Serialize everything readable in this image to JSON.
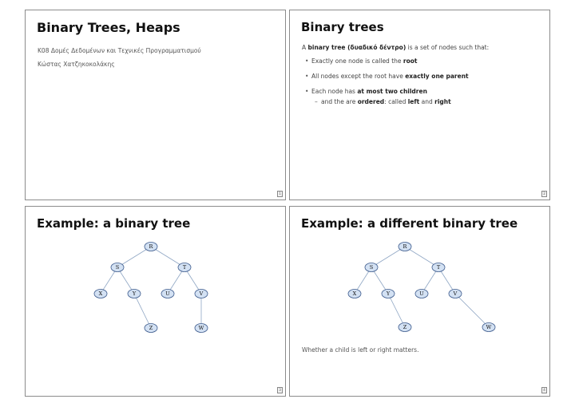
{
  "slides": [
    {
      "title": "Binary Trees, Heaps",
      "course": "Κ08 Δομές Δεδομένων και Τεχνικές Προγραμματισμού",
      "author": "Κώστας Χατζηκοκολάκης",
      "page_number": "1"
    },
    {
      "title": "Binary trees",
      "intro": {
        "prefix": "A ",
        "term": "binary tree (δυαδικό δέντρο)",
        "suffix": " is a set of nodes such that:"
      },
      "bullets": [
        {
          "prefix": "Exactly one node is called the ",
          "bold": "root",
          "suffix": ""
        },
        {
          "prefix": "All nodes except the root have ",
          "bold": "exactly one parent",
          "suffix": ""
        },
        {
          "prefix": "Each node has ",
          "bold": "at most two children",
          "suffix": ""
        }
      ],
      "sub_bullet": {
        "prefix": "and the are ",
        "bold1": "ordered",
        "middle1": ": called ",
        "bold2": "left",
        "middle2": " and ",
        "bold3": "right"
      },
      "page_number": "2"
    },
    {
      "title": "Example: a binary tree",
      "page_number": "3"
    },
    {
      "title": "Example: a different binary tree",
      "note": "Whether a child is left or right matters.",
      "page_number": "4"
    }
  ],
  "trees": [
    {
      "nodes": {
        "R": {
          "label": "R",
          "x": 0,
          "y": 0
        },
        "S": {
          "label": "S",
          "x": -1,
          "y": 1
        },
        "T": {
          "label": "T",
          "x": 1,
          "y": 1
        },
        "X": {
          "label": "X",
          "x": -1.5,
          "y": 2
        },
        "Y": {
          "label": "Y",
          "x": -0.5,
          "y": 2
        },
        "U": {
          "label": "U",
          "x": 0.5,
          "y": 2
        },
        "V": {
          "label": "V",
          "x": 1.5,
          "y": 2
        },
        "Z": {
          "label": "Z",
          "x": 0,
          "y": 3
        },
        "W": {
          "label": "W",
          "x": 1.5,
          "y": 3
        }
      },
      "edges": [
        [
          "R",
          "S"
        ],
        [
          "R",
          "T"
        ],
        [
          "S",
          "X"
        ],
        [
          "S",
          "Y"
        ],
        [
          "T",
          "U"
        ],
        [
          "T",
          "V"
        ],
        [
          "Y",
          "Z"
        ],
        [
          "V",
          "W"
        ]
      ]
    },
    {
      "nodes": {
        "R": {
          "label": "R",
          "x": 0,
          "y": 0
        },
        "S": {
          "label": "S",
          "x": -1,
          "y": 1
        },
        "T": {
          "label": "T",
          "x": 1,
          "y": 1
        },
        "X": {
          "label": "X",
          "x": -1.5,
          "y": 2
        },
        "Y": {
          "label": "Y",
          "x": -0.5,
          "y": 2
        },
        "U": {
          "label": "U",
          "x": 0.5,
          "y": 2
        },
        "V": {
          "label": "V",
          "x": 1.5,
          "y": 2
        },
        "Z": {
          "label": "Z",
          "x": 0,
          "y": 3
        },
        "W": {
          "label": "W",
          "x": 2.5,
          "y": 3
        }
      },
      "edges": [
        [
          "R",
          "S"
        ],
        [
          "R",
          "T"
        ],
        [
          "S",
          "X"
        ],
        [
          "S",
          "Y"
        ],
        [
          "T",
          "U"
        ],
        [
          "T",
          "V"
        ],
        [
          "Y",
          "Z"
        ],
        [
          "V",
          "W"
        ]
      ]
    }
  ]
}
